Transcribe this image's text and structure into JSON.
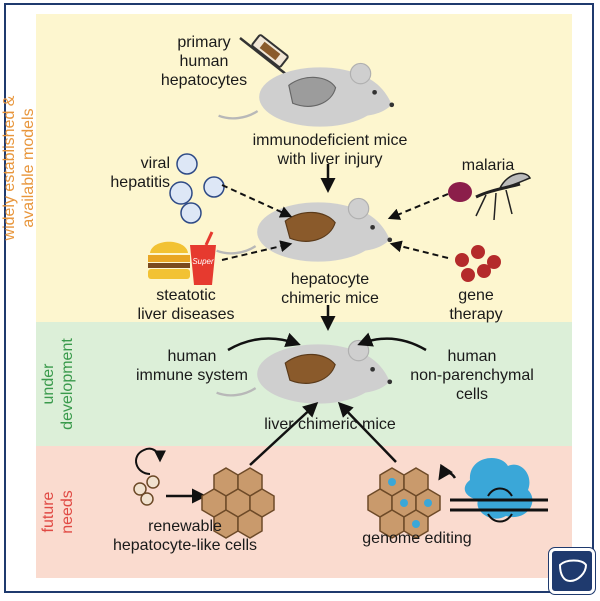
{
  "sections": {
    "established": [
      "widely established &",
      "available models"
    ],
    "development": [
      "under",
      "development"
    ],
    "future": [
      "future",
      "needs"
    ]
  },
  "labels": {
    "primary_cells": [
      "primary",
      "human",
      "hepatocytes"
    ],
    "immunodeficient": [
      "immunodeficient mice",
      "with liver injury"
    ],
    "viral": [
      "viral",
      "hepatitis"
    ],
    "malaria": "malaria",
    "chimeric": [
      "hepatocyte",
      "chimeric mice"
    ],
    "steatotic": [
      "steatotic",
      "liver diseases"
    ],
    "gene": [
      "gene",
      "therapy"
    ],
    "immune": [
      "human",
      "immune system"
    ],
    "nonparenchymal": [
      "human",
      "non-parenchymal",
      "cells"
    ],
    "liver_chimeric": "liver chimeric mice",
    "renewable": [
      "renewable",
      "hepatocyte-like cells"
    ],
    "genome": "genome editing"
  },
  "logos": {
    "cup_text": "Super"
  },
  "colors": {
    "yellow_band": "#fdf6cf",
    "green_band": "#dcefd8",
    "pink_band": "#fadbcf",
    "established_text": "#e8963c",
    "development_text": "#3a9a4c",
    "future_text": "#e04a44",
    "liver_brown": "#8a5a2b",
    "mouse_gray": "#c9c9c9"
  }
}
